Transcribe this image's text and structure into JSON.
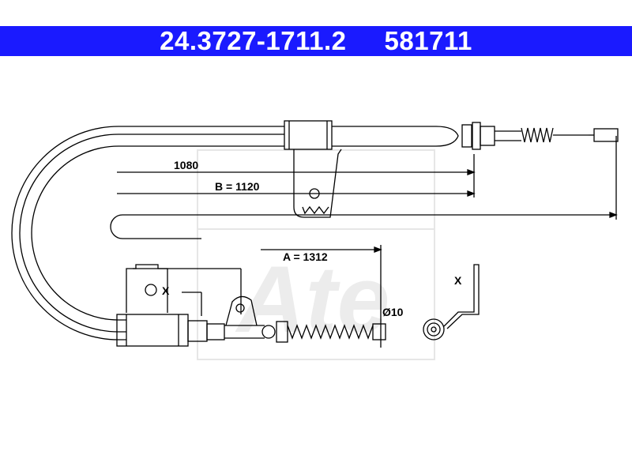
{
  "header": {
    "part_number": "24.3727-1711.2",
    "ref_number": "581711",
    "background_color": "#1a1aff",
    "text_color": "#ffffff"
  },
  "dimensions": {
    "d1080": "1080",
    "b": "B = 1120",
    "a": "A = 1312",
    "diameter": "Ø10"
  },
  "markers": {
    "x_left": "X",
    "x_right": "X"
  },
  "watermark": {
    "brand": "Ate"
  }
}
